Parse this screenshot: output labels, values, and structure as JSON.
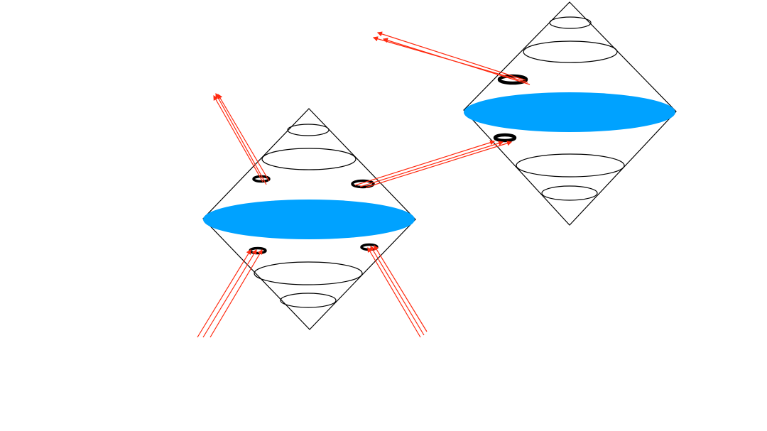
{
  "diagram": {
    "colors": {
      "outline": "#000000",
      "disk": "#00a2ff",
      "ray": "#ff2a10",
      "background": "#ffffff"
    },
    "shapes": {
      "left_cone": "double-cone-with-disk",
      "right_cone": "double-cone-with-disk",
      "rings": "black-ring",
      "rays": "red-triple-arrow"
    }
  }
}
